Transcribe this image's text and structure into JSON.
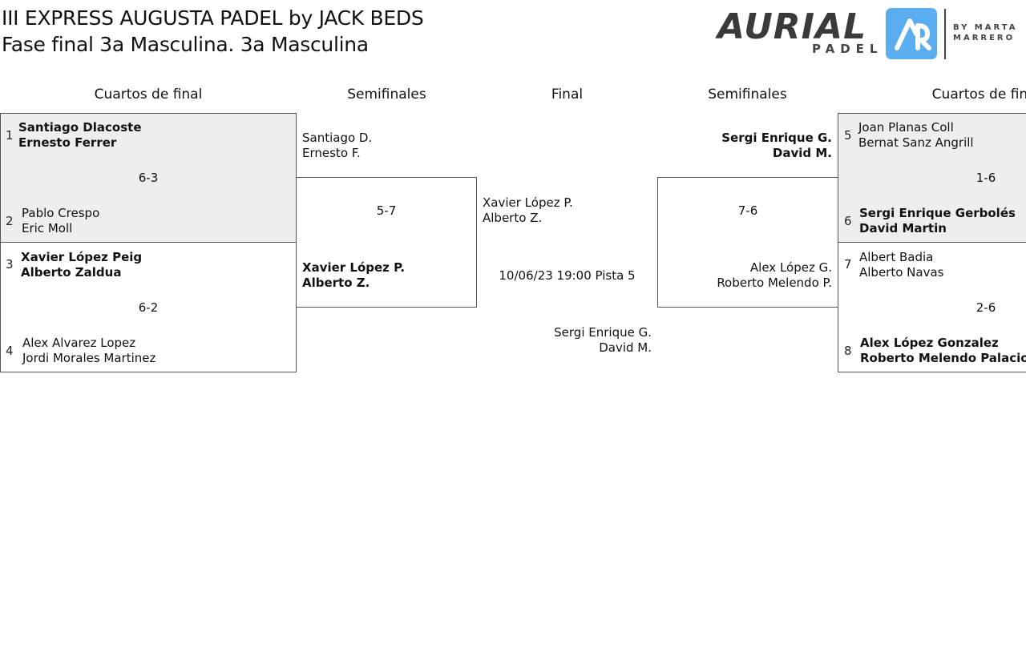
{
  "header": {
    "title_line1": "III EXPRESS AUGUSTA PADEL by JACK BEDS",
    "title_line2": "Fase final 3a Masculina. 3a Masculina"
  },
  "logo": {
    "word": "AURIAL",
    "sub": "PADEL",
    "by_line1": "BY  MARTA",
    "by_line2": "MARRERO",
    "badge_color": "#5aaef0"
  },
  "rounds": {
    "qf_left": "Cuartos de final",
    "sf_left": "Semifinales",
    "final": "Final",
    "sf_right": "Semifinales",
    "qf_right": "Cuartos de final"
  },
  "quarterfinals_left": [
    {
      "score": "6-3",
      "top": {
        "seed": "1",
        "p1": "Santiago Dlacoste",
        "p2": "Ernesto Ferrer",
        "winner": true
      },
      "bottom": {
        "seed": "2",
        "p1": "Pablo Crespo",
        "p2": "Eric Moll",
        "winner": false
      }
    },
    {
      "score": "6-2",
      "top": {
        "seed": "3",
        "p1": "Xavier López Peig",
        "p2": "Alberto Zaldua",
        "winner": true
      },
      "bottom": {
        "seed": "4",
        "p1": "Alex Alvarez Lopez",
        "p2": "Jordi Morales Martinez",
        "winner": false
      }
    }
  ],
  "semifinal_left": {
    "score": "5-7",
    "top": {
      "p1": "Santiago D.",
      "p2": "Ernesto F.",
      "winner": false
    },
    "bottom": {
      "p1": "Xavier López P.",
      "p2": "Alberto Z.",
      "winner": true
    }
  },
  "final": {
    "top": {
      "p1": "Xavier López P.",
      "p2": "Alberto Z."
    },
    "schedule": "10/06/23 19:00 Pista 5",
    "bottom": {
      "p1": "Sergi Enrique G.",
      "p2": "David M."
    }
  },
  "semifinal_right": {
    "score": "7-6",
    "top": {
      "p1": "Sergi Enrique G.",
      "p2": "David M.",
      "winner": true
    },
    "bottom": {
      "p1": "Alex López G.",
      "p2": "Roberto Melendo P.",
      "winner": false
    }
  },
  "quarterfinals_right": [
    {
      "score": "1-6",
      "top": {
        "seed": "5",
        "p1": "Joan Planas Coll",
        "p2": "Bernat Sanz Angrill",
        "winner": false
      },
      "bottom": {
        "seed": "6",
        "p1": "Sergi Enrique Gerbolés",
        "p2": "David Martin",
        "winner": true
      }
    },
    {
      "score": "2-6",
      "top": {
        "seed": "7",
        "p1": "Albert Badia",
        "p2": "Alberto Navas",
        "winner": false
      },
      "bottom": {
        "seed": "8",
        "p1": "Alex López Gonzalez",
        "p2": "Roberto Melendo Palacios",
        "winner": true
      }
    }
  ]
}
